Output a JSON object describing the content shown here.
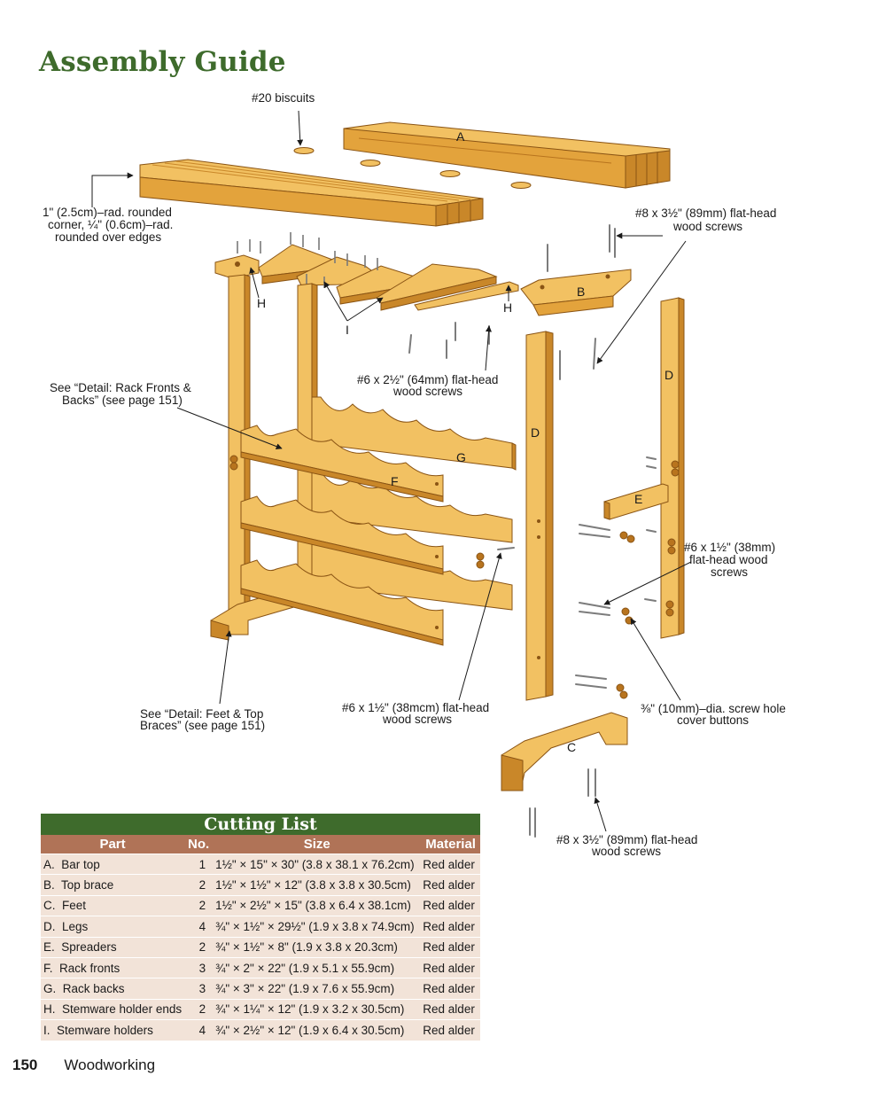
{
  "page": {
    "title": "Assembly Guide",
    "number": "150",
    "section": "Woodworking"
  },
  "diagram": {
    "callouts": {
      "biscuits": "#20 biscuits",
      "rounded_1": "1\" (2.5cm)–rad. rounded",
      "rounded_2": "corner, ¼\" (0.6cm)–rad.",
      "rounded_3": "rounded over edges",
      "screw89_top_1": "#8 x 3½\" (89mm) flat-head",
      "screw89_top_2": "wood screws",
      "screw64_1": "#6 x 2½\" (64mm) flat-head",
      "screw64_2": "wood screws",
      "rackdetail_1": "See “Detail: Rack Fronts &",
      "rackdetail_2": "Backs” (see page 151)",
      "screw38_right_1": "#6 x 1½\" (38mm)",
      "screw38_right_2": "flat-head wood",
      "screw38_right_3": "screws",
      "screw38_mid_1": "#6 x 1½\" (38mcm) flat-head",
      "screw38_mid_2": "wood screws",
      "buttons_1": "⅜\" (10mm)–dia. screw hole",
      "buttons_2": "cover buttons",
      "feetdetail_1": "See “Detail: Feet & Top",
      "feetdetail_2": "Braces” (see page 151)",
      "screw89_bot_1": "#8 x 3½\" (89mm) flat-head",
      "screw89_bot_2": "wood screws"
    },
    "letters": {
      "a": "A",
      "b": "B",
      "c": "C",
      "d1": "D",
      "d2": "D",
      "e": "E",
      "f": "F",
      "g": "G",
      "h1": "H",
      "h2": "H",
      "i": "I"
    },
    "colors": {
      "wood_light": "#f2c162",
      "wood_mid": "#e3a33c",
      "wood_dark": "#b8741e",
      "outline": "#8a5414"
    }
  },
  "cutting_list": {
    "title": "Cutting List",
    "headers": {
      "part": "Part",
      "no": "No.",
      "size": "Size",
      "material": "Material"
    },
    "rows": [
      {
        "letter": "A.",
        "part": "Bar top",
        "no": "1",
        "size": "1½\" × 15\" × 30\" (3.8 x 38.1 x 76.2cm)",
        "material": "Red alder"
      },
      {
        "letter": "B.",
        "part": "Top brace",
        "no": "2",
        "size": "1½\" × 1½\" × 12\" (3.8 x 3.8 x 30.5cm)",
        "material": "Red alder"
      },
      {
        "letter": "C.",
        "part": "Feet",
        "no": "2",
        "size": "1½\" × 2½\" × 15\" (3.8 x 6.4 x 38.1cm)",
        "material": "Red alder"
      },
      {
        "letter": "D.",
        "part": "Legs",
        "no": "4",
        "size": "¾\" × 1½\" × 29½\" (1.9 x 3.8 x 74.9cm)",
        "material": "Red alder"
      },
      {
        "letter": "E.",
        "part": "Spreaders",
        "no": "2",
        "size": "¾\" × 1½\" × 8\" (1.9 x 3.8 x 20.3cm)",
        "material": "Red alder"
      },
      {
        "letter": "F.",
        "part": "Rack fronts",
        "no": "3",
        "size": "¾\" × 2\" × 22\" (1.9 x 5.1 x 55.9cm)",
        "material": "Red alder"
      },
      {
        "letter": "G.",
        "part": "Rack backs",
        "no": "3",
        "size": "¾\" × 3\" × 22\" (1.9 x 7.6 x 55.9cm)",
        "material": "Red alder"
      },
      {
        "letter": "H.",
        "part": "Stemware holder ends",
        "no": "2",
        "size": "¾\" × 1¼\" × 12\" (1.9 x 3.2 x 30.5cm)",
        "material": "Red alder"
      },
      {
        "letter": "I.",
        "part": "Stemware holders",
        "no": "4",
        "size": "¾\" × 2½\" × 12\" (1.9 x 6.4 x 30.5cm)",
        "material": "Red alder"
      }
    ]
  }
}
